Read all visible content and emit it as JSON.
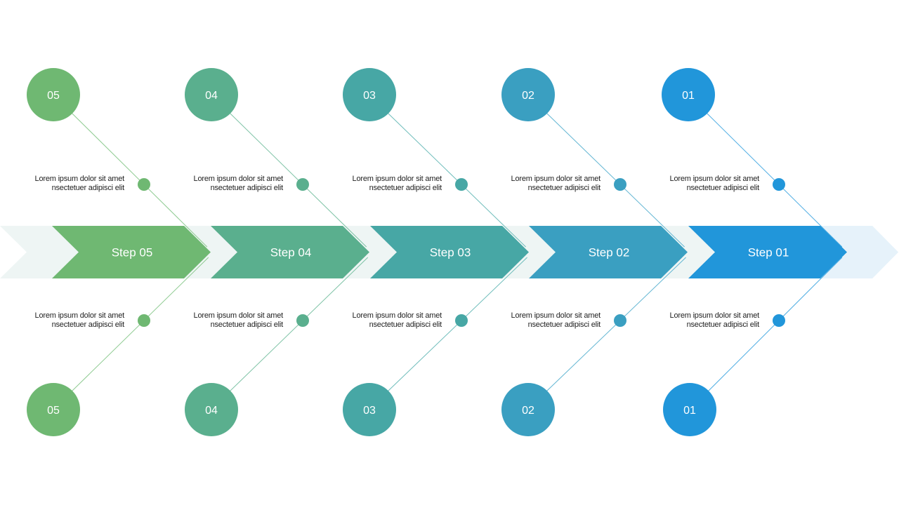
{
  "colors": {
    "band_light": "#EEF5F4",
    "band_light_end": "#E6F2FA"
  },
  "steps": [
    {
      "label": "Step 05",
      "number": "05",
      "color": "#6FB872",
      "line_color": "#8FCB92",
      "top_text": [
        "Lorem ipsum dolor  sit amet",
        "nsectetuer adipisci elit"
      ],
      "bottom_text": [
        "Lorem ipsum dolor  sit amet",
        "nsectetuer adipisci elit"
      ]
    },
    {
      "label": "Step 04",
      "number": "04",
      "color": "#5AAF8E",
      "line_color": "#7FC3A6",
      "top_text": [
        "Lorem ipsum dolor  sit amet",
        "nsectetuer adipisci elit"
      ],
      "bottom_text": [
        "Lorem ipsum dolor  sit amet",
        "nsectetuer adipisci elit"
      ]
    },
    {
      "label": "Step 03",
      "number": "03",
      "color": "#47A7A5",
      "line_color": "#6FBDBB",
      "top_text": [
        "Lorem ipsum dolor  sit amet",
        "nsectetuer adipisci elit"
      ],
      "bottom_text": [
        "Lorem ipsum dolor  sit amet",
        "nsectetuer adipisci elit"
      ]
    },
    {
      "label": "Step 02",
      "number": "02",
      "color": "#3A9FC1",
      "line_color": "#63B6D3",
      "top_text": [
        "Lorem ipsum dolor  sit amet",
        "nsectetuer adipisci elit"
      ],
      "bottom_text": [
        "Lorem ipsum dolor  sit amet",
        "nsectetuer adipisci elit"
      ]
    },
    {
      "label": "Step 01",
      "number": "01",
      "color": "#2196DA",
      "line_color": "#4FADE3",
      "top_text": [
        "Lorem ipsum dolor  sit amet",
        "nsectetuer adipisci elit"
      ],
      "bottom_text": [
        "Lorem ipsum dolor  sit amet",
        "nsectetuer adipisci elit"
      ]
    }
  ]
}
